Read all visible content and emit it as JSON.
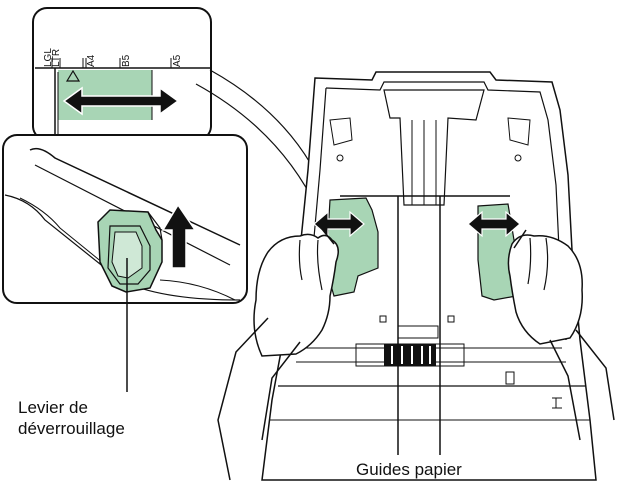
{
  "labels": {
    "release_lever_line1": "Levier de",
    "release_lever_line2": "déverrouillage",
    "paper_guides": "Guides papier"
  },
  "scale_marks": {
    "lgl": "LGL",
    "ltr": "LTR",
    "a4": "A4",
    "b5": "B5",
    "a5": "A5"
  },
  "colors": {
    "guide_fill": "#a8d5b5",
    "outline": "#111111",
    "arrow": "#111111",
    "background": "#ffffff"
  },
  "icons": {
    "double_arrow": "double-headed-arrow-icon",
    "up_arrow": "up-arrow-icon",
    "triangle": "triangle-marker-icon"
  }
}
